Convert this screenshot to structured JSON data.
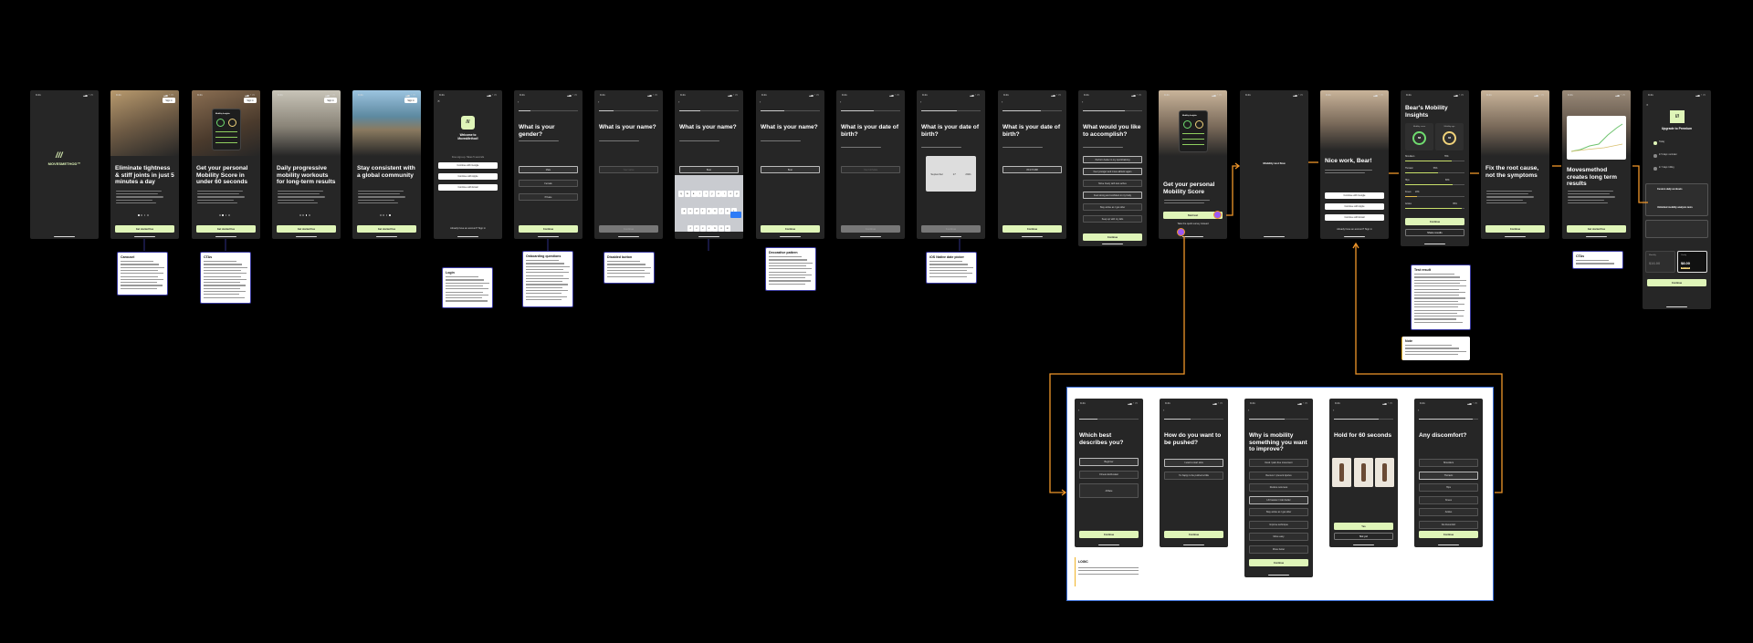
{
  "colors": {
    "background": "#000000",
    "phone": "#262626",
    "accent": "#dff5b8",
    "connector": "#f0962a",
    "hotspot": "#9b59f5",
    "frame_border": "#3b6fd8",
    "note_highlight": "#f0b429"
  },
  "status_time": "9:41",
  "screens": [
    {
      "type": "splash",
      "logo": "MOVESMETHOD™"
    },
    {
      "type": "hero",
      "photo": "warm",
      "sign_in": "Sign in",
      "title": "Eliminate tightness & stiff joints in just 5 minutes a day",
      "cta": "Get started free",
      "active_dot": 0
    },
    {
      "type": "hero",
      "photo": "phone",
      "sign_in": "Sign in",
      "title": "Get your personal Mobility Score in under 60 seconds",
      "cta": "Get started free",
      "active_dot": 1,
      "mock_title": "Mobility Insights"
    },
    {
      "type": "hero",
      "photo": "street",
      "sign_in": "Sign in",
      "title": "Daily progressive mobility workouts for long-term results",
      "cta": "Get started free",
      "active_dot": 2
    },
    {
      "type": "hero",
      "photo": "sea",
      "sign_in": "Sign in",
      "title": "Stay consistent with a global community",
      "cta": "Get started free",
      "active_dot": 3
    },
    {
      "type": "login",
      "title": "Welcome to MovesMethod!",
      "sub": "Free sign-up. Takes 5 seconds",
      "buttons": [
        "Continue with Google",
        "Continue with Apple",
        "Continue with Email"
      ],
      "footer": "Already have an account? Sign in"
    },
    {
      "type": "question",
      "title": "What is your gender?",
      "options": [
        "Male",
        "Female",
        "Private"
      ],
      "selected": 0,
      "continue": "Continue",
      "enabled": true,
      "progress": 0.2
    },
    {
      "type": "question",
      "title": "What is your name?",
      "input": "Your name",
      "input_filled": false,
      "continue": "Continue",
      "enabled": false,
      "progress": 0.25
    },
    {
      "type": "question",
      "title": "What is your name?",
      "input": "Bear",
      "input_filled": true,
      "keyboard": true,
      "progress": 0.35
    },
    {
      "type": "question",
      "title": "What is your name?",
      "input": "Bear",
      "input_filled": true,
      "continue": "Continue",
      "enabled": true,
      "progress": 0.4
    },
    {
      "type": "question",
      "title": "What is your date of birth?",
      "input": "Your birthdate",
      "input_filled": false,
      "continue": "Continue",
      "enabled": false,
      "progress": 0.55
    },
    {
      "type": "question",
      "title": "What is your date of birth?",
      "picker": [
        "September",
        "17",
        "2021"
      ],
      "continue": "Continue",
      "enabled": false,
      "progress": 0.6
    },
    {
      "type": "question",
      "title": "What is your date of birth?",
      "input": "05/17/1988",
      "input_filled": true,
      "continue": "Continue",
      "enabled": true,
      "progress": 0.65
    },
    {
      "type": "question",
      "title": "What would you like to accomplish?",
      "options": [
        "Perform better in my sport/training",
        "Feel younger and move athletic again",
        "Move freely with less aches",
        "Feel strong and confident in my body",
        "Stay active as I get older",
        "Keep up with my kids"
      ],
      "selected_many": [
        0,
        1,
        3
      ],
      "continue": "Continue",
      "enabled": true,
      "progress": 0.7,
      "tall": true
    },
    {
      "type": "score_intro",
      "mock_title": "Mobility Insights",
      "title": "Get your personal Mobility Score",
      "primary": "Start test",
      "link": "Take the quick survey instead"
    },
    {
      "type": "blank",
      "label": "Mobility test flow"
    },
    {
      "type": "nicework",
      "title": "Nice work, Bear!",
      "buttons": [
        "Continue with Google",
        "Continue with Apple",
        "Continue with Email"
      ],
      "footer": "Already have an account? Sign in"
    },
    {
      "type": "insights",
      "title": "Bear's Mobility Insights",
      "cards": [
        {
          "label": "Mobility score",
          "value": "68",
          "color": "#6fdc6f"
        },
        {
          "label": "Mobility age",
          "value": "32",
          "color": "#f0d27a"
        }
      ],
      "bars": [
        {
          "label": "Shoulders",
          "value": 78
        },
        {
          "label": "Thoracic",
          "value": 56
        },
        {
          "label": "Hips",
          "value": 80
        },
        {
          "label": "Knees",
          "value": 20
        },
        {
          "label": "Ankles",
          "value": 95
        }
      ],
      "continue": "Continue",
      "share": "Share results",
      "tall": true
    },
    {
      "type": "hero",
      "photo": "couple",
      "title": "Fix the root cause, not the symptoms",
      "cta": "Continue"
    },
    {
      "type": "chart_hero",
      "photo": "group",
      "title": "Movesmethod creates long term results",
      "cta": "Get started free"
    },
    {
      "type": "paywall",
      "title": "Upgrade to Premium",
      "timeline": [
        "Today",
        "In 5 days: reminder",
        "In 7 days: billing"
      ],
      "features": [
        "Custom daily workouts",
        "Unlimited mobility analysis tests"
      ],
      "plans": [
        {
          "name": "Monthly",
          "price": "$16.00"
        },
        {
          "name": "Yearly",
          "price": "$8.00",
          "badge": "Best value"
        }
      ],
      "continue": "Continue"
    }
  ],
  "notes": [
    {
      "title": "Carousel"
    },
    {
      "title": "CTAs"
    },
    {
      "title": "Login"
    },
    {
      "title": "Onboarding questions"
    },
    {
      "title": "Disabled button"
    },
    {
      "title": "Decorative pattern"
    },
    {
      "title": "iOS Native date picker"
    },
    {
      "title": "Test result"
    },
    {
      "title": "Note"
    },
    {
      "title": "CTAs"
    }
  ],
  "flow_frame": {
    "screens": [
      {
        "title": "Which best describes you?",
        "options": [
          "Beginner",
          "Fitness Enthusiast",
          "Athlete"
        ],
        "selected": 0,
        "continue": "Continue"
      },
      {
        "title": "How do you want to be pushed?",
        "options": [
          "I want to start slow",
          "I'm happy to be pushed a little"
        ],
        "selected": 0,
        "continue": "Continue"
      },
      {
        "title": "Why is mobility something you want to improve?",
        "options": [
          "Desk / pain-free movement",
          "Recover / prevent injuries",
          "Reduce soreness",
          "Lift heavier / train better",
          "Stay active as I get older",
          "Improve technique",
          "Move easy",
          "Move better"
        ],
        "selected": 3,
        "continue": "Continue",
        "tall": true
      },
      {
        "title": "Hold for 60 seconds",
        "poses": 3,
        "yes": "Yes",
        "no": "Not yet"
      },
      {
        "title": "Any discomfort?",
        "options": [
          "Shoulders",
          "Thoracic",
          "Hips",
          "Knees",
          "Ankles",
          "No discomfort"
        ],
        "selected": 1,
        "continue": "Continue"
      }
    ],
    "note": {
      "title": "LOGIC"
    }
  }
}
